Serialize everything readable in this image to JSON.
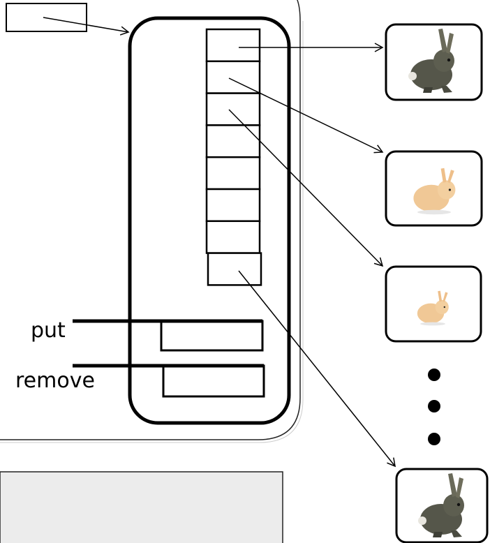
{
  "diagram": {
    "labels": {
      "put": "put",
      "remove": "remove"
    },
    "ellipsis": "• • •",
    "slot_count": 8,
    "items": [
      {
        "icon": "grey-rabbit-icon"
      },
      {
        "icon": "tan-rabbit-icon"
      },
      {
        "icon": "tan-rabbit-icon"
      },
      {
        "icon": "grey-rabbit-icon"
      }
    ]
  }
}
